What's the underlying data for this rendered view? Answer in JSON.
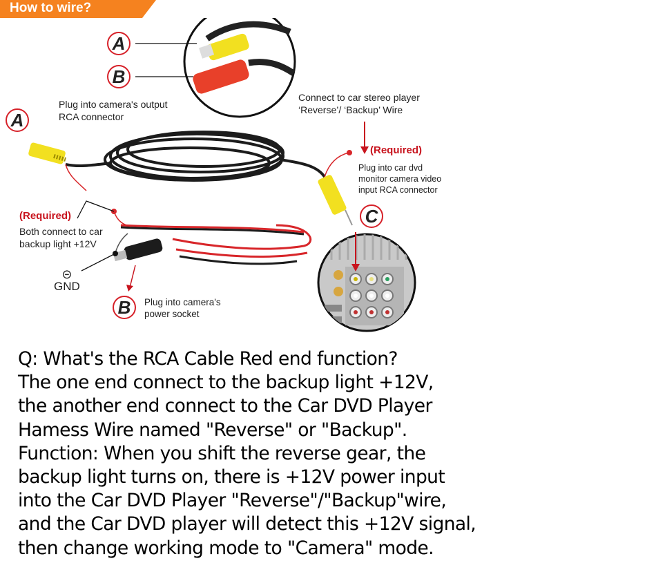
{
  "banner": {
    "title": "How to wire?",
    "color": "#f5821f"
  },
  "callouts": {
    "badge_a": "A",
    "badge_b": "B",
    "badge_c": "C",
    "camera_output": [
      "Plug into camera's output",
      "RCA connector"
    ],
    "stereo_wire": [
      "Connect to car stereo player",
      "‘Reverse’/ ‘Backup’ Wire"
    ],
    "required": "(Required)",
    "dvd_input": [
      "Plug into car dvd",
      "monitor camera video",
      "input RCA connector"
    ],
    "backup_light": [
      "Both connect to car",
      "backup light +12V"
    ],
    "gnd_symbol": "⊝",
    "gnd_label": "GND",
    "power_socket": [
      "Plug into camera's",
      "power socket"
    ]
  },
  "qa": {
    "lines": [
      "Q: What's the RCA Cable Red end function?",
      "The one end connect to the backup light +12V,",
      "the another end connect to the Car DVD Player",
      "Hamess Wire named \"Reverse\" or \"Backup\".",
      "Function: When you shift the reverse gear, the",
      "backup light turns on, there is +12V power input",
      "into the Car DVD Player \"Reverse\"/\"Backup\"wire,",
      "and the Car DVD player will detect this +12V signal,",
      "then change working mode to \"Camera\" mode."
    ]
  },
  "colors": {
    "accent_red": "#d62028",
    "rca_yellow": "#f2e020",
    "cable_black": "#1c1c1c",
    "wire_red": "#d8262a"
  }
}
